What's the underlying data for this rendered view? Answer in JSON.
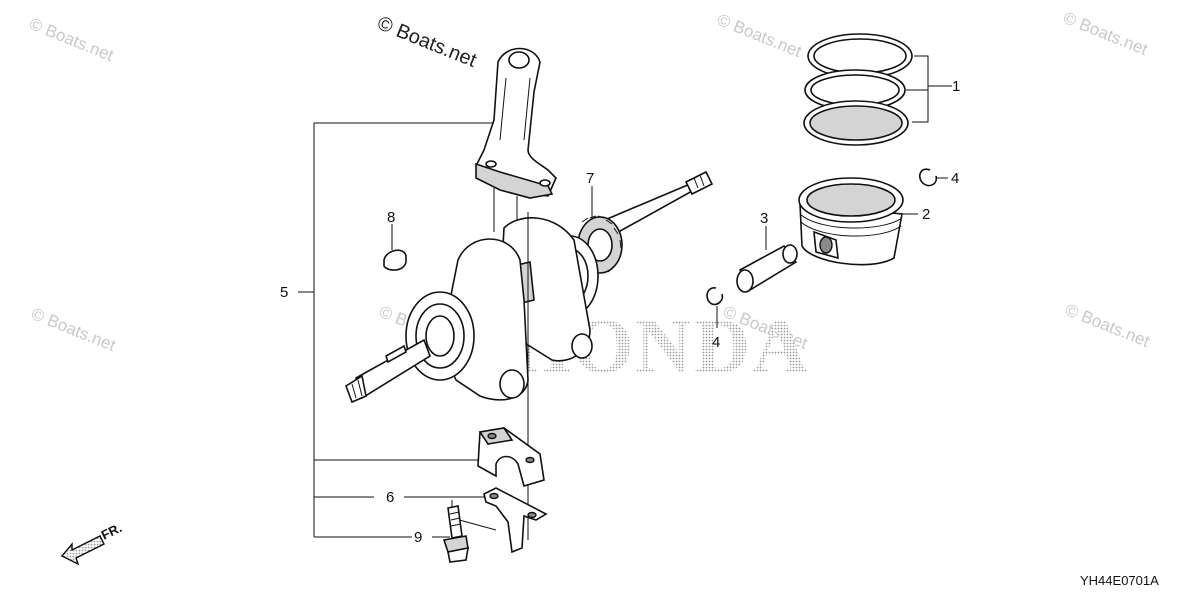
{
  "watermarks": {
    "main": "© Boats.net",
    "faint": [
      "© Boats.net",
      "© Boats.net",
      "© Boats.net",
      "© Boats.net",
      "© Boats.net",
      "© Boats.net",
      "© Boats.net"
    ]
  },
  "brand_text": "HONDA",
  "diagram_code": "YH44E0701A",
  "front_indicator": "FR.",
  "callouts": [
    "1",
    "2",
    "3",
    "4",
    "4",
    "5",
    "6",
    "7",
    "8",
    "9"
  ],
  "colors": {
    "line": "#111111",
    "watermark": "#c9c9c9",
    "brand_dots": "#9a9a9a"
  }
}
